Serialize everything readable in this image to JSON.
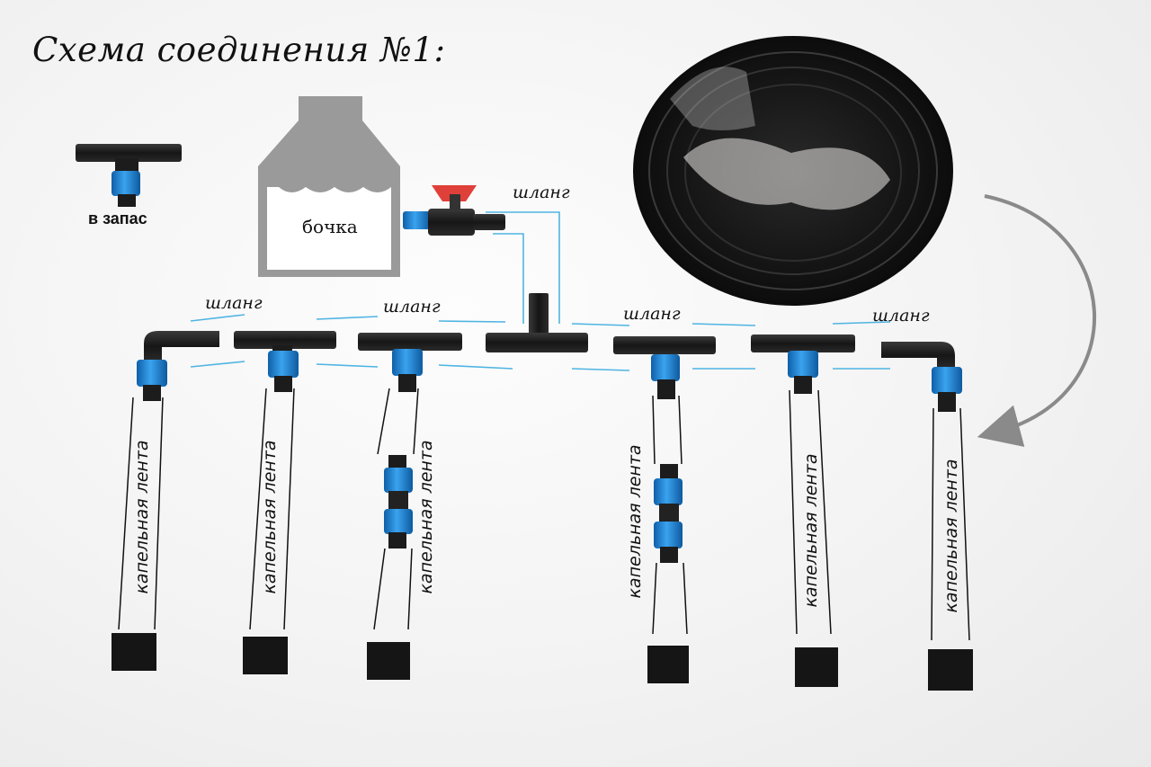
{
  "title": "Схема соединения №1:",
  "labels": {
    "spare": "в запас",
    "barrel": "бочка",
    "hose": "шланг",
    "drip_tape": "капельная лента"
  },
  "colors": {
    "fitting_black": "#1c1c1c",
    "lock_blue": "#1f86d6",
    "valve_red": "#e0403a",
    "guide_line": "#4fb4e2",
    "barrel_gray": "#9a9a9a",
    "arrow_gray": "#8a8a8a"
  },
  "icons": [
    "tee-fitting-icon",
    "elbow-fitting-icon",
    "ball-valve-icon",
    "barrel-icon",
    "hose-coil-icon",
    "end-plug-icon",
    "repair-coupling-icon",
    "curved-arrow-icon"
  ]
}
